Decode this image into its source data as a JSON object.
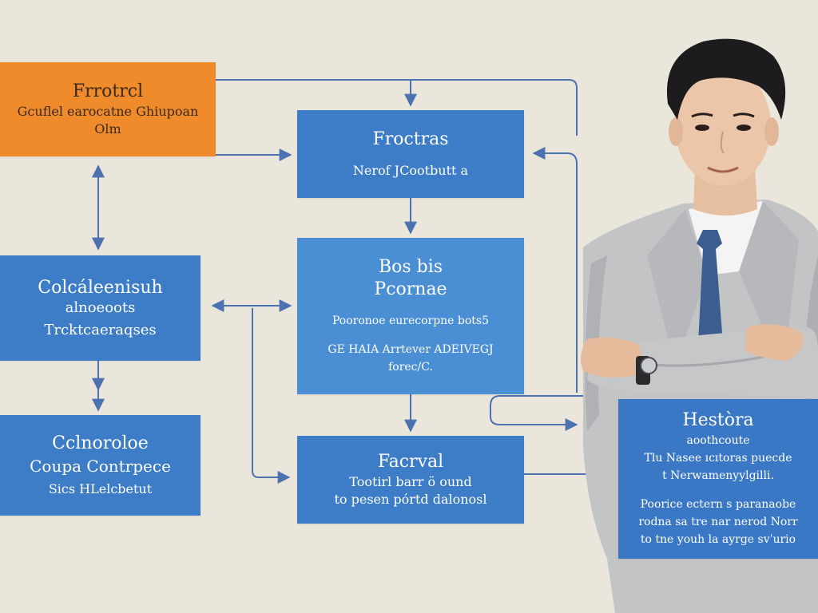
{
  "colors": {
    "background": "#ebe6dc",
    "box_blue": "#3d7cc6",
    "box_blue_light": "#4a8ed4",
    "box_orange": "#f08b2c",
    "connector": "#4c72b0"
  },
  "boxes": {
    "top_left": {
      "title": "Frrotrcl",
      "lines": [
        "Gcuflel earocatne Ghiupoan",
        "Olm"
      ]
    },
    "top_center": {
      "title": "Froctras",
      "lines": [
        "Nerof JCootbutt a"
      ]
    },
    "mid_left": {
      "title": "Colcáleenisuh",
      "lines": [
        "alnoeoots",
        "Trcktcaeraqses"
      ]
    },
    "center": {
      "title": "Bos bis",
      "title2": "Pcornae",
      "lines": [
        "Pooronoe eurecorpne bots5",
        "GE HAIA Arrtever ADEIVEGJ",
        "forec/C."
      ]
    },
    "bottom_left": {
      "title": "Cclnoroloe",
      "title2": "Coupa Contrpece",
      "lines": [
        "Sics HLelcbetut"
      ]
    },
    "bottom_center": {
      "title": "Facrval",
      "lines": [
        "Tootirl barr ö ound",
        "to pesen pórtd dalonosl"
      ]
    },
    "history": {
      "title": "Hestòra",
      "lines": [
        "aoothcoute",
        "Tlu Nasee ıcıtoras puecde",
        "t Nerwamenyylgilli.",
        "Poorice ectern s paranaobe",
        "rodna sa tre nar nerod Norr",
        "to tne youh la ayrge svˈurio"
      ]
    }
  }
}
